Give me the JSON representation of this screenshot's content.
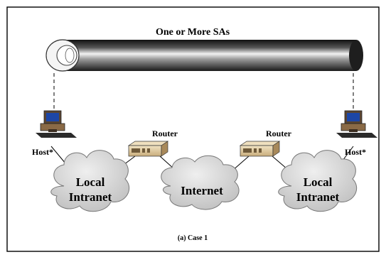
{
  "diagram": {
    "tunnel_label": "One or More SAs",
    "router_label": "Router",
    "host_label": "Host*",
    "clouds": {
      "left_line1": "Local",
      "left_line2": "Intranet",
      "center": "Internet",
      "right_line1": "Local",
      "right_line2": "Intranet"
    },
    "caption": "(a) Case 1",
    "colors": {
      "frame": "#000000",
      "tunnel_dark": "#2f2f2f",
      "tunnel_light": "#efefef",
      "cloud_fill": "#cfcfcf",
      "router_body": "#d8c29a",
      "router_dark": "#6f5a3a",
      "host_body": "#8a6a46",
      "screen_blue": "#1d46a6"
    }
  }
}
